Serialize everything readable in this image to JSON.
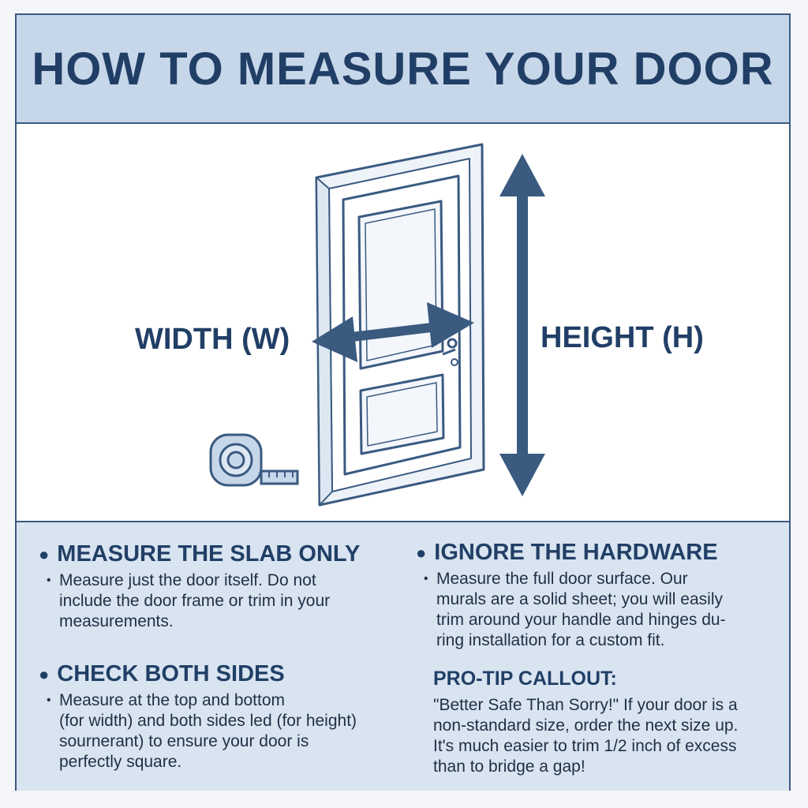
{
  "title": "HOW TO MEASURE YOUR DOOR",
  "diagram": {
    "width_label": "WIDTH (W)",
    "height_label": "HEIGHT (H)",
    "colors": {
      "primary": "#3a5a80",
      "dark": "#213f66",
      "header_bg": "#c7d7ea",
      "panel_bg": "#d9e4f1"
    }
  },
  "tips": [
    {
      "heading": "MEASURE THE SLAB ONLY",
      "body_lines": [
        "Measure just the door itself. Do not",
        "include the door frame or trim in your",
        "measurements."
      ]
    },
    {
      "heading": "IGNORE THE HARDWARE",
      "body_lines": [
        "Measure the full door surface. Our",
        "murals are a solid sheet; you will easily",
        "trim around your handle and hinges du-",
        "ring  installation for a custom fit."
      ]
    },
    {
      "heading": "CHECK BOTH SIDES",
      "body_lines": [
        "Measure at the top and bottom",
        "(for width) and both sides led (for height)",
        "sournerant) to ensure your door is",
        "perfectly square."
      ]
    }
  ],
  "protip": {
    "heading": "PRO-TIP CALLOUT:",
    "body_lines": [
      "\"Better Safe Than Sorry!\" If your door is a",
      "non-standard size, order the next size up.",
      "It's much easier to trim 1/2 inch of excess",
      "than to bridge a gap!"
    ]
  }
}
